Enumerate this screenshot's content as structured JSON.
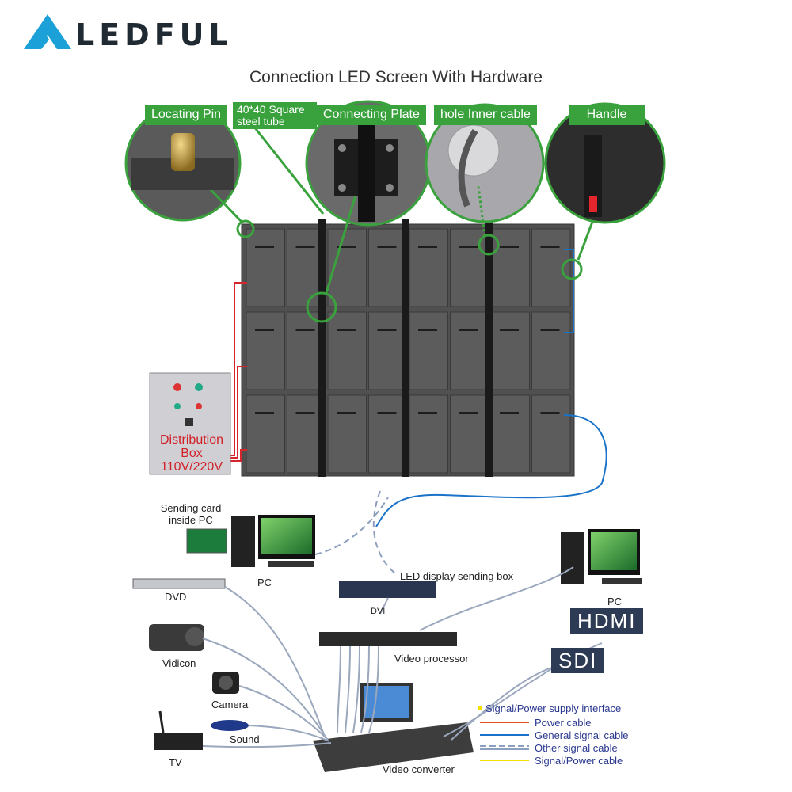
{
  "brand": {
    "name": "LEDFUL",
    "color": "#1ba0d8"
  },
  "title": "Connection LED Screen With Hardware",
  "callouts": {
    "locating_pin": "Locating Pin",
    "square_tube": "40*40 Square steel tube",
    "connecting_plate": "Connecting Plate",
    "hole_inner_cable": "hole Inner cable",
    "handle": "Handle"
  },
  "distribution_box": {
    "line1": "Distribution",
    "line2": "Box",
    "line3": "110V/220V"
  },
  "devices": {
    "sending_card": "Sending card inside PC",
    "pc_left": "PC",
    "led_sending_box": "LED display sending box",
    "dvi": "DVI",
    "dvd": "DVD",
    "vidicon": "Vidicon",
    "camera": "Camera",
    "sound": "Sound",
    "tv": "TV",
    "video_processor": "Video processor",
    "video_converter": "Video converter",
    "pc_right": "PC",
    "hdmi": "HDMI",
    "sdi": "SDI"
  },
  "legend": [
    {
      "label": "Signal/Power supply interface",
      "color": "#f5e100",
      "style": "dot"
    },
    {
      "label": "Power cable",
      "color": "#e8531d",
      "style": "solid"
    },
    {
      "label": "General signal cable",
      "color": "#1a73c9",
      "style": "solid"
    },
    {
      "label": "Other signal cable",
      "color": "#8c9fbf",
      "style": "dashed"
    },
    {
      "label": "Signal/Power cable",
      "color": "#f5e100",
      "style": "solid"
    }
  ],
  "colors": {
    "accent_green": "#3aa23d",
    "cabinet": "#4a4a4a",
    "power_cable": "#d7262b",
    "signal_cable": "#1a73c9"
  }
}
